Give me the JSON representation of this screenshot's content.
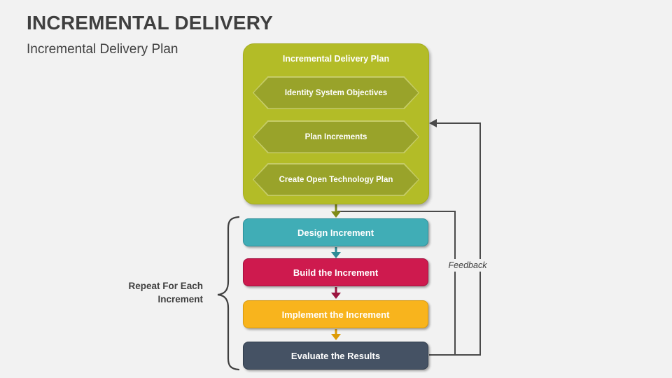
{
  "slide": {
    "title": "INCREMENTAL DELIVERY",
    "subtitle": "Incremental Delivery Plan"
  },
  "plan_box": {
    "title": "Incremental Delivery Plan",
    "steps": [
      "Identity System Objectives",
      "Plan Increments",
      "Create Open Technology Plan"
    ]
  },
  "process": {
    "steps": [
      {
        "label": "Design Increment"
      },
      {
        "label": "Build the Increment"
      },
      {
        "label": "Implement the Increment"
      },
      {
        "label": "Evaluate the Results"
      }
    ]
  },
  "labels": {
    "feedback": "Feedback",
    "repeat_line1": "Repeat For Each",
    "repeat_line2": "Increment"
  },
  "colors": {
    "background": "#f2f2f2",
    "title_text": "#3f3f3f",
    "plan_box": "#b3bc27",
    "plan_box_border": "#a5ad1f",
    "hexagon": "#99a32a",
    "hexagon_border": "#c6cc68",
    "teal": "#40adb6",
    "teal_border": "#2d8f9a",
    "teal_arrow": "#2e8b96",
    "crimson": "#ce1a4e",
    "crimson_border": "#a31140",
    "crimson_arrow": "#9c1440",
    "amber": "#f8b41d",
    "amber_border": "#d89a10",
    "amber_arrow": "#dd9b04",
    "slate": "#455264",
    "slate_border": "#303c4b",
    "olive_arrow": "#7f8b18",
    "line": "#4a4a4a"
  }
}
